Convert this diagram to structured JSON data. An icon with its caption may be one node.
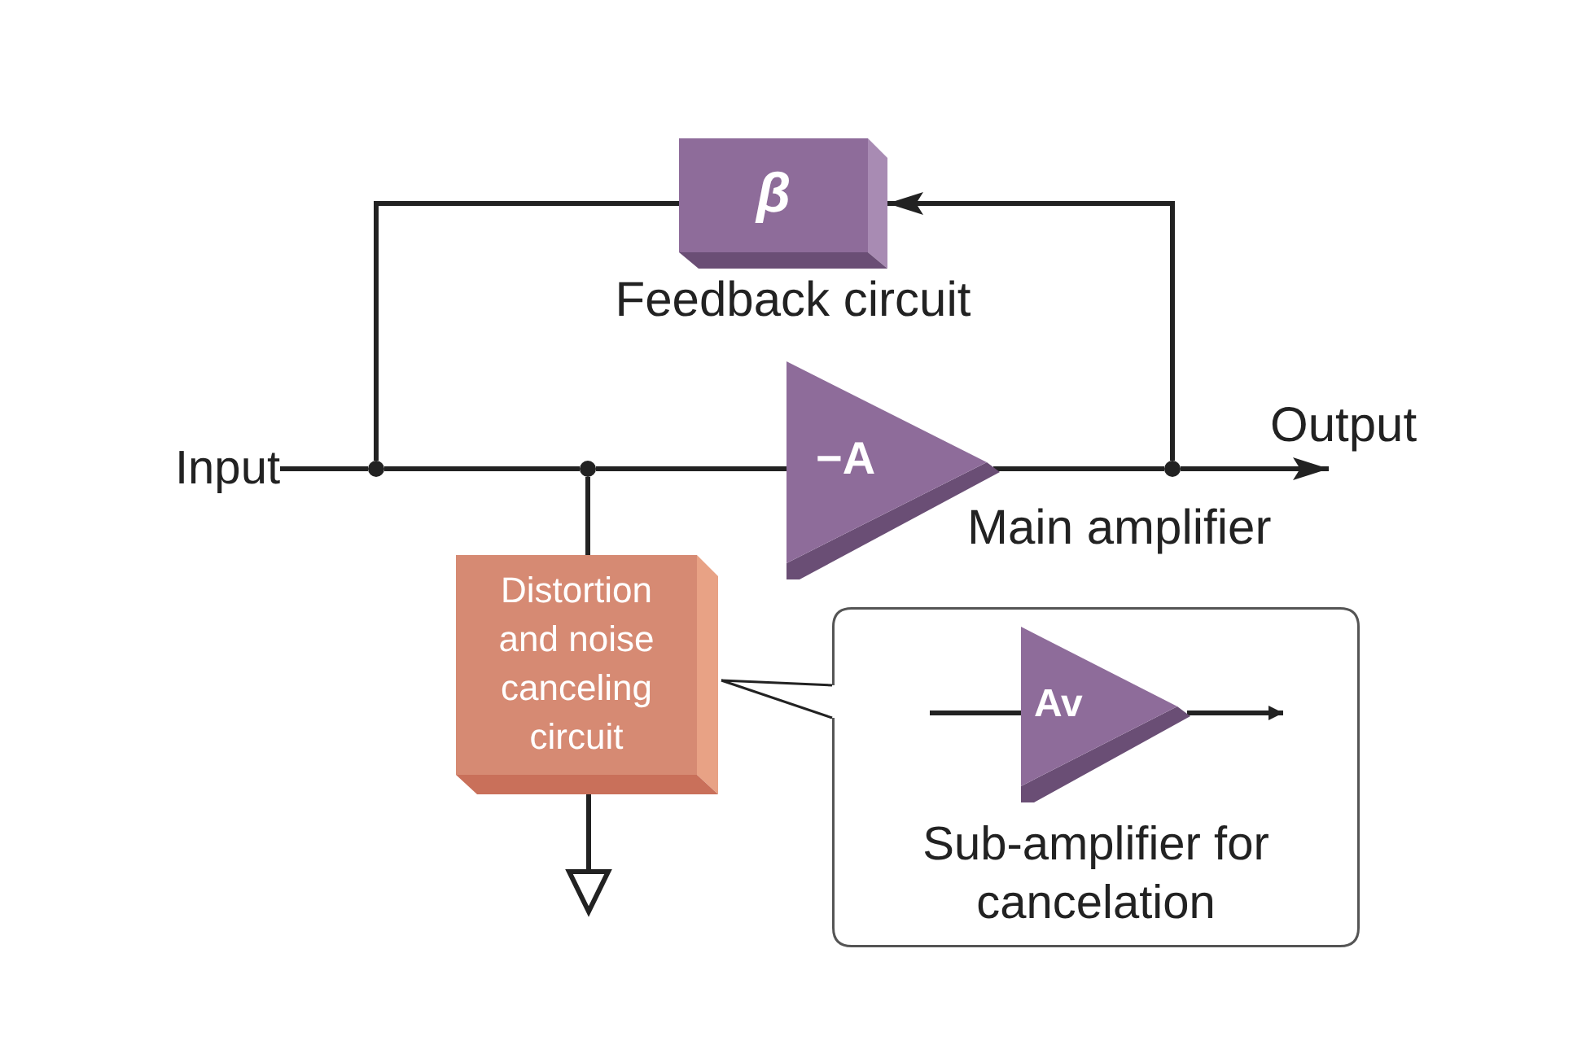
{
  "diagram": {
    "nodes": [
      {
        "text": [
          "Input"
        ]
      },
      {
        "text": [],
        "shape": "circle"
      },
      {
        "text": [],
        "shape": "circle"
      },
      {
        "text": [
          "−A"
        ],
        "beside": [
          "Main amplifier"
        ]
      },
      {
        "text": [],
        "shape": "circle"
      },
      {
        "text": [
          "β"
        ],
        "beside": [
          "Feedback circuit"
        ]
      },
      {
        "text": [
          "Distortion and noise canceling circuit"
        ]
      },
      {
        "text": [],
        "shape": "triangle"
      },
      {
        "text": [
          "Sub-amplifier for cancelation"
        ]
      },
      {
        "text": [
          "Av"
        ],
        "in": 8
      },
      {
        "text": [
          "Output"
        ]
      }
    ],
    "edges": [
      {
        "from": 0,
        "to": 1,
        "arrow": "none"
      },
      {
        "from": 1,
        "to": 2,
        "arrow": "none"
      },
      {
        "from": 2,
        "to": 3,
        "arrow": "none"
      },
      {
        "from": 3,
        "to": 4,
        "arrow": "none"
      },
      {
        "from": 4,
        "to": 10,
        "arrow": "to"
      },
      {
        "from": 4,
        "to": 5,
        "arrow": "to"
      },
      {
        "from": 5,
        "to": 1,
        "arrow": "none"
      },
      {
        "from": 2,
        "to": 6,
        "arrow": "none"
      },
      {
        "from": 6,
        "to": 7,
        "arrow": "none"
      },
      {
        "from": 8,
        "to": 6,
        "arrow": "none"
      },
      {
        "from": null,
        "to": 9,
        "arrow": "none"
      },
      {
        "from": 9,
        "to": null,
        "arrow": "to"
      }
    ]
  }
}
